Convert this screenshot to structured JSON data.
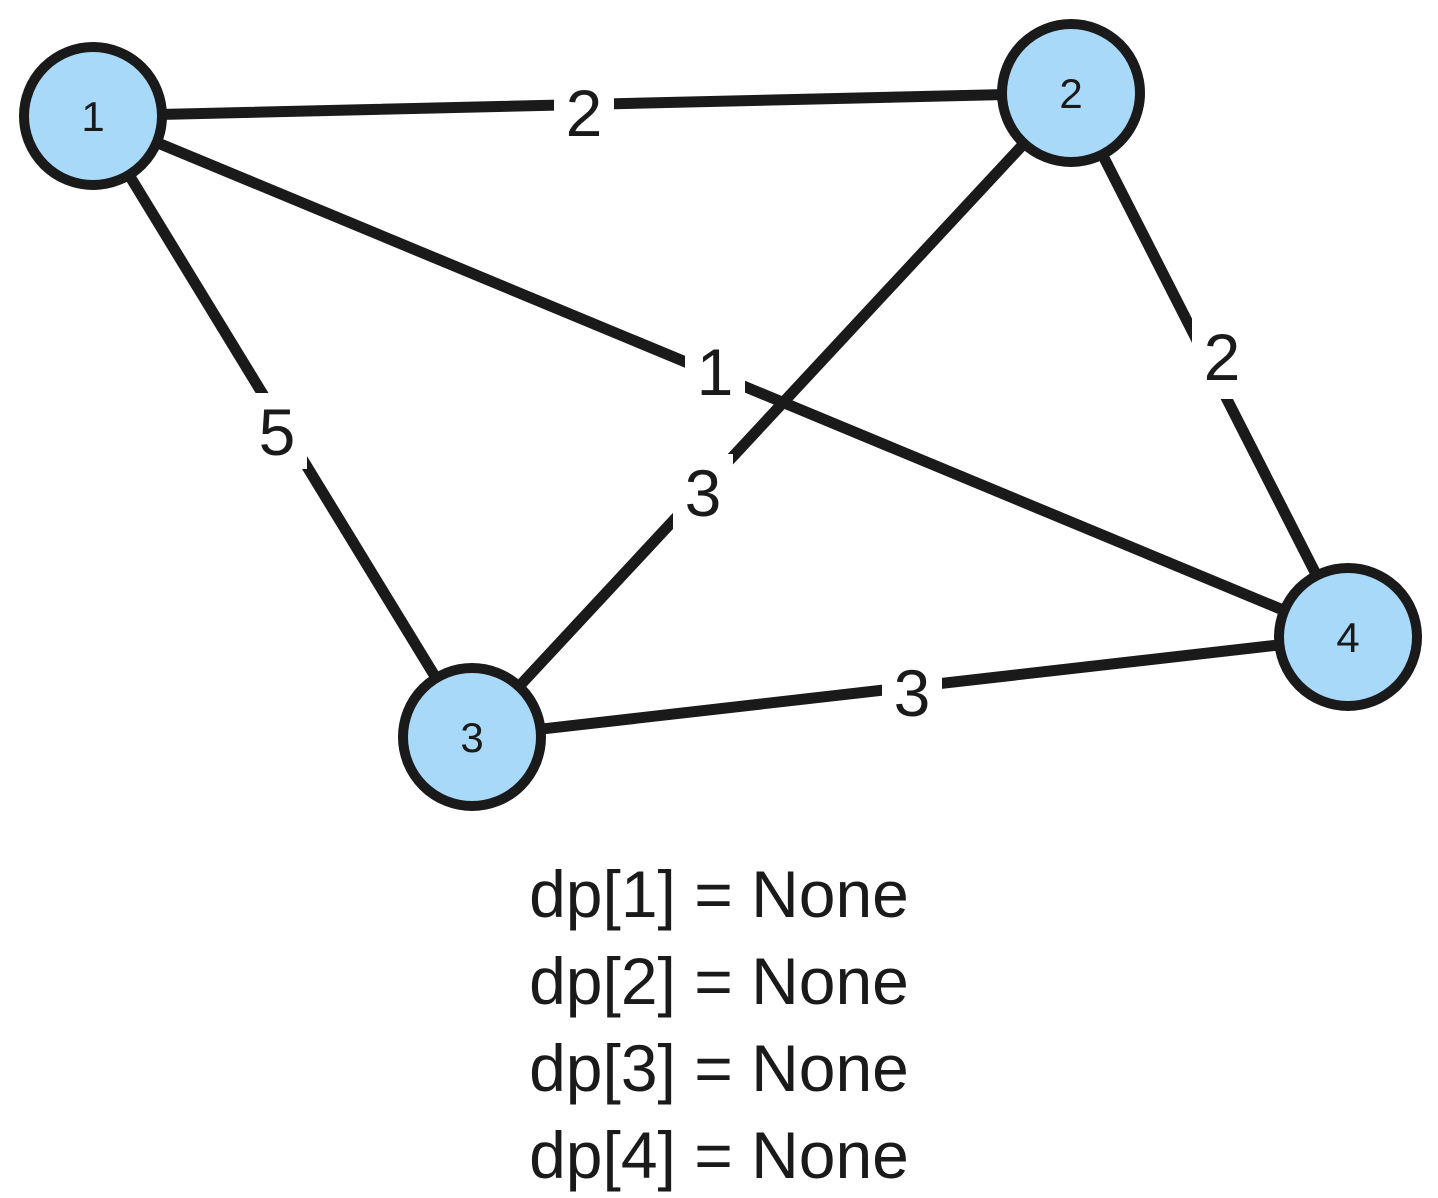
{
  "diagram": {
    "background_color": "#ffffff",
    "node_fill_color": "#A8D9F9",
    "line_color": "#1a1a1a",
    "nodes": [
      {
        "label": "1"
      },
      {
        "label": "2"
      },
      {
        "label": "3"
      },
      {
        "label": "4"
      }
    ],
    "edges": [
      {
        "from": "1",
        "to": "2",
        "weight": "2"
      },
      {
        "from": "1",
        "to": "3",
        "weight": "5"
      },
      {
        "from": "1",
        "to": "4",
        "weight": "1"
      },
      {
        "from": "2",
        "to": "3",
        "weight": "3"
      },
      {
        "from": "2",
        "to": "4",
        "weight": "2"
      },
      {
        "from": "3",
        "to": "4",
        "weight": "3"
      }
    ]
  },
  "dp_state": {
    "lines": [
      "dp[1] = None",
      "dp[2] = None",
      "dp[3] = None",
      "dp[4] = None"
    ]
  }
}
